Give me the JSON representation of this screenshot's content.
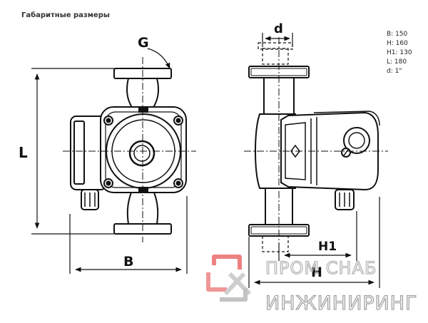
{
  "heading": "Габаритные размеры",
  "specs": [
    "B: 150",
    "H: 160",
    "H1: 130",
    "L: 180",
    "d: 1\""
  ],
  "dimension_labels": {
    "G": "G",
    "L": "L",
    "B": "B",
    "d": "d",
    "H1": "H1",
    "H": "H"
  },
  "watermark": {
    "line1": "ПРОМ СНАБ",
    "line2": "ИНЖИНИРИНГ",
    "brand_color": "#e64545",
    "icon": "brand-logo-icon"
  }
}
